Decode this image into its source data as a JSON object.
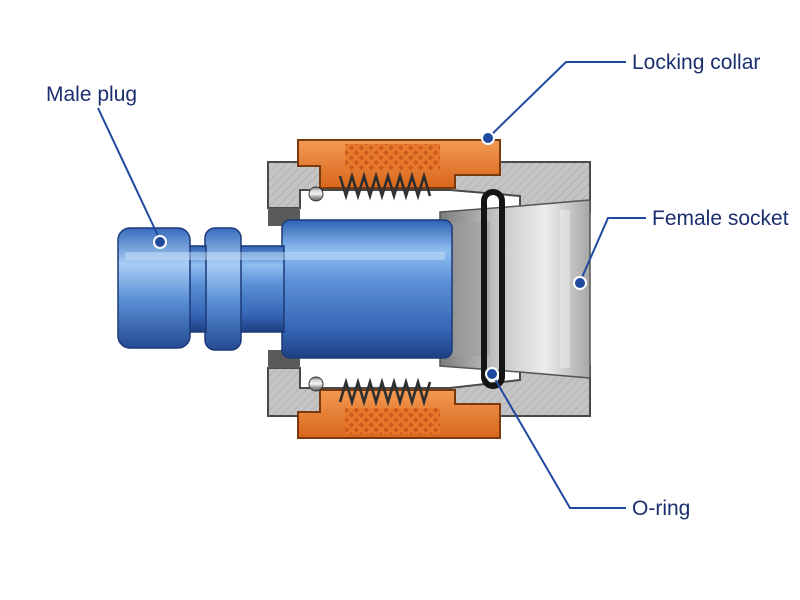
{
  "diagram": {
    "labels": {
      "male_plug": "Male plug",
      "locking_collar": "Locking collar",
      "female_socket": "Female socket",
      "o_ring": "O-ring"
    },
    "colors": {
      "label_text": "#1c2f6e",
      "leader_line": "#1f4aa0",
      "plug_blue": "#5b8fd6",
      "collar_orange": "#e67a2e",
      "body_gray": "#b9b9b9",
      "socket_steel": "#8f8f8f",
      "o_ring_black": "#151515",
      "spring_dark": "#3a3a3a"
    }
  }
}
